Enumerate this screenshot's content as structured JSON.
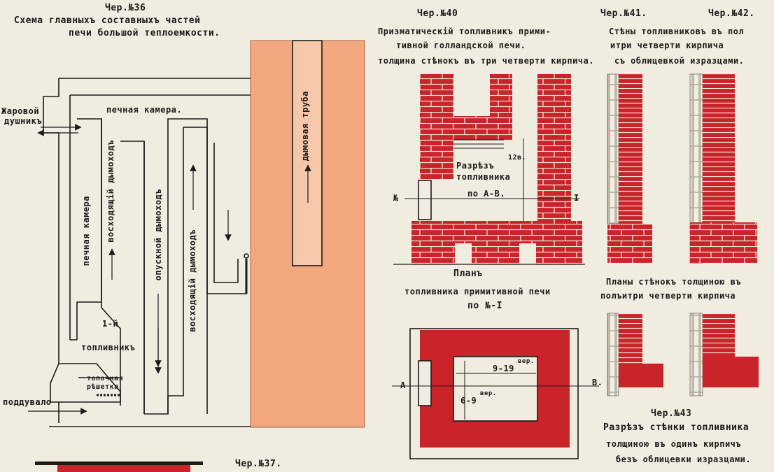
{
  "fig36": {
    "number": "Чер.№36",
    "title_line1": "Схема главныхъ составныхъ частей",
    "title_line2": "печи большой теплоемкости.",
    "labels": {
      "zharovoy_line1": "Жаровой",
      "zharovoy_line2": "душникъ",
      "pechnaya_kamera_top": "печная камера.",
      "pechnaya_kamera_side": "печная камера",
      "voskhod_1": "восходящій дымоходъ",
      "opusknoy": "опускной дымоходъ",
      "voskhod_2": "восходящій дымоходъ",
      "dymovaya_truba": "дымовая труба",
      "first_marker": "1-й",
      "toplivnik": "топливникъ",
      "topochnaya_line1": "топочная",
      "topochnaya_line2": "рѣшетка",
      "podduvalo": "поддувало"
    }
  },
  "fig40": {
    "number": "Чер.№40",
    "title_line1": "Призматическій топливникъ прими-",
    "title_line2": "тивной голландской печи.",
    "thickness_note": "толщина стѣнокъ въ три четверти кирпича.",
    "section_line1": "Разрѣзъ",
    "section_line2": "топливника",
    "section_line3": "по А-В.",
    "dim_12": "12в.",
    "mark_n": "№",
    "mark_i": "I",
    "plan_line1": "Планъ",
    "plan_line2": "топливника примитивной печи",
    "plan_line3": "по №-I",
    "dim_9_19": "9-19",
    "dim_6_9": "6-9",
    "ver": "вер.",
    "mark_a": "А",
    "mark_b": "В."
  },
  "fig41": {
    "number": "Чер.№41.",
    "title_line1": "Стѣны топливниковъ въ пол",
    "title_line2": "итри четверти кирпича"
  },
  "fig42": {
    "number": "Чер.№42.",
    "title_line1": "съ облицевкой изразцами."
  },
  "plans41": {
    "line1": "Планы стѣнокъ толщиною въ",
    "line2": "полъитри четверти кирпича"
  },
  "fig43": {
    "number": "Чер.№43",
    "title_line1": "Разрѣзъ стѣнки топливника",
    "title_line2": "толщиною въ одинъ кирпичъ",
    "title_line3": "безъ облицевки изразцами."
  },
  "fig37": {
    "number": "Чер.№37."
  },
  "colors": {
    "paper": "#f1ece0",
    "brick_red": "#c8242a",
    "chimney_salmon": "#f2a77f",
    "ink": "#1d1a18"
  }
}
